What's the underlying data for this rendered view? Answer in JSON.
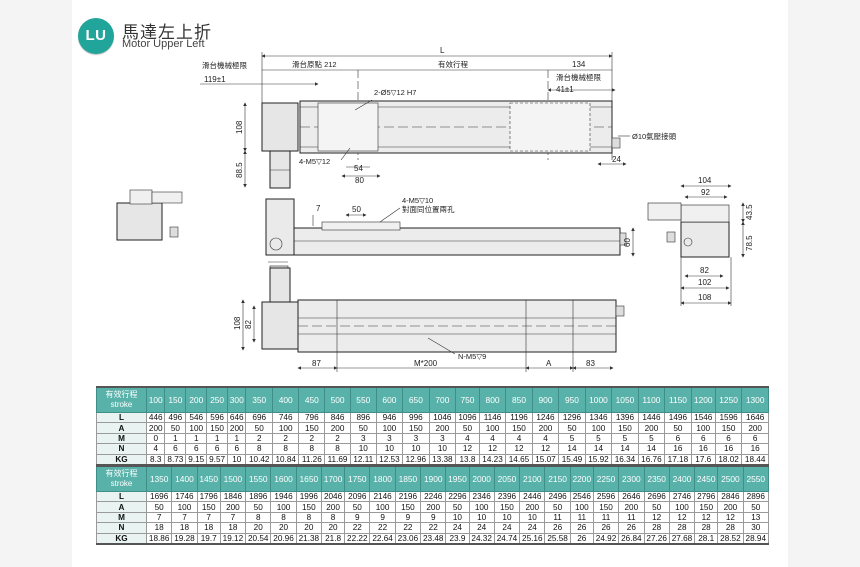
{
  "header": {
    "logo_text": "LU",
    "title_zh": "馬達左上折",
    "title_en": "Motor Upper Left",
    "accent_color": "#21a49a"
  },
  "drawing": {
    "top_view": {
      "dim_L": "L",
      "slide_mech_limit_left": "滑台機械極限",
      "dim_119": "119±1",
      "slide_origin": "滑台原點 212",
      "effective_stroke": "有效行程",
      "dim_134": "134",
      "slide_mech_limit_right": "滑台機械極限",
      "dim_41": "41±1",
      "pin_hole": "2-Ø5▽12 H7",
      "tap_hole": "4-M5▽12",
      "dim_108": "108",
      "dim_88_5": "88.5",
      "dim_54": "54",
      "dim_80": "80",
      "air_fitting": "Ø10氣壓接頭",
      "dim_24": "24"
    },
    "side_view": {
      "dim_7": "7",
      "dim_50": "50",
      "tap_hole": "4-M5▽10",
      "tap_note": "對面同位置兩孔",
      "dim_60": "60"
    },
    "end_view": {
      "dim_104": "104",
      "dim_92": "92",
      "dim_43_5": "43.5",
      "dim_78_5": "78.5",
      "dim_82": "82",
      "dim_102": "102",
      "dim_108": "108"
    },
    "bottom_view": {
      "dim_108": "108",
      "dim_82": "82",
      "dim_87": "87",
      "dim_m200": "M*200",
      "tap_hole": "N-M5▽9",
      "dim_A": "A",
      "dim_83": "83"
    }
  },
  "tables": [
    {
      "header_zh": "有效行程",
      "header_en": "stroke",
      "strokes": [
        "100",
        "150",
        "200",
        "250",
        "300",
        "350",
        "400",
        "450",
        "500",
        "550",
        "600",
        "650",
        "700",
        "750",
        "800",
        "850",
        "900",
        "950",
        "1000",
        "1050",
        "1100",
        "1150",
        "1200",
        "1250",
        "1300"
      ],
      "rows": [
        {
          "label": "L",
          "values": [
            "446",
            "496",
            "546",
            "596",
            "646",
            "696",
            "746",
            "796",
            "846",
            "896",
            "946",
            "996",
            "1046",
            "1096",
            "1146",
            "1196",
            "1246",
            "1296",
            "1346",
            "1396",
            "1446",
            "1496",
            "1546",
            "1596",
            "1646"
          ]
        },
        {
          "label": "A",
          "values": [
            "200",
            "50",
            "100",
            "150",
            "200",
            "50",
            "100",
            "150",
            "200",
            "50",
            "100",
            "150",
            "200",
            "50",
            "100",
            "150",
            "200",
            "50",
            "100",
            "150",
            "200",
            "50",
            "100",
            "150",
            "200"
          ]
        },
        {
          "label": "M",
          "values": [
            "0",
            "1",
            "1",
            "1",
            "1",
            "2",
            "2",
            "2",
            "2",
            "3",
            "3",
            "3",
            "3",
            "4",
            "4",
            "4",
            "4",
            "5",
            "5",
            "5",
            "5",
            "6",
            "6",
            "6",
            "6"
          ]
        },
        {
          "label": "N",
          "values": [
            "4",
            "6",
            "6",
            "6",
            "6",
            "8",
            "8",
            "8",
            "8",
            "10",
            "10",
            "10",
            "10",
            "12",
            "12",
            "12",
            "12",
            "14",
            "14",
            "14",
            "14",
            "16",
            "16",
            "16",
            "16"
          ]
        },
        {
          "label": "KG",
          "values": [
            "8.3",
            "8.73",
            "9.15",
            "9.57",
            "10",
            "10.42",
            "10.84",
            "11.26",
            "11.69",
            "12.11",
            "12.53",
            "12.96",
            "13.38",
            "13.8",
            "14.23",
            "14.65",
            "15.07",
            "15.49",
            "15.92",
            "16.34",
            "16.76",
            "17.18",
            "17.6",
            "18.02",
            "18.44"
          ]
        }
      ]
    },
    {
      "header_zh": "有效行程",
      "header_en": "stroke",
      "strokes": [
        "1350",
        "1400",
        "1450",
        "1500",
        "1550",
        "1600",
        "1650",
        "1700",
        "1750",
        "1800",
        "1850",
        "1900",
        "1950",
        "2000",
        "2050",
        "2100",
        "2150",
        "2200",
        "2250",
        "2300",
        "2350",
        "2400",
        "2450",
        "2500",
        "2550"
      ],
      "rows": [
        {
          "label": "L",
          "values": [
            "1696",
            "1746",
            "1796",
            "1846",
            "1896",
            "1946",
            "1996",
            "2046",
            "2096",
            "2146",
            "2196",
            "2246",
            "2296",
            "2346",
            "2396",
            "2446",
            "2496",
            "2546",
            "2596",
            "2646",
            "2696",
            "2746",
            "2796",
            "2846",
            "2896"
          ]
        },
        {
          "label": "A",
          "values": [
            "50",
            "100",
            "150",
            "200",
            "50",
            "100",
            "150",
            "200",
            "50",
            "100",
            "150",
            "200",
            "50",
            "100",
            "150",
            "200",
            "50",
            "100",
            "150",
            "200",
            "50",
            "100",
            "150",
            "200",
            "50"
          ]
        },
        {
          "label": "M",
          "values": [
            "7",
            "7",
            "7",
            "7",
            "8",
            "8",
            "8",
            "8",
            "9",
            "9",
            "9",
            "9",
            "10",
            "10",
            "10",
            "10",
            "11",
            "11",
            "11",
            "11",
            "12",
            "12",
            "12",
            "12",
            "13"
          ]
        },
        {
          "label": "N",
          "values": [
            "18",
            "18",
            "18",
            "18",
            "20",
            "20",
            "20",
            "20",
            "22",
            "22",
            "22",
            "22",
            "24",
            "24",
            "24",
            "24",
            "26",
            "26",
            "26",
            "26",
            "28",
            "28",
            "28",
            "28",
            "30"
          ]
        },
        {
          "label": "KG",
          "values": [
            "18.86",
            "19.28",
            "19.7",
            "19.12",
            "20.54",
            "20.96",
            "21.38",
            "21.8",
            "22.22",
            "22.64",
            "23.06",
            "23.48",
            "23.9",
            "24.32",
            "24.74",
            "25.16",
            "25.58",
            "26",
            "24.92",
            "26.84",
            "27.26",
            "27.68",
            "28.1",
            "28.52",
            "28.94"
          ]
        }
      ]
    }
  ]
}
